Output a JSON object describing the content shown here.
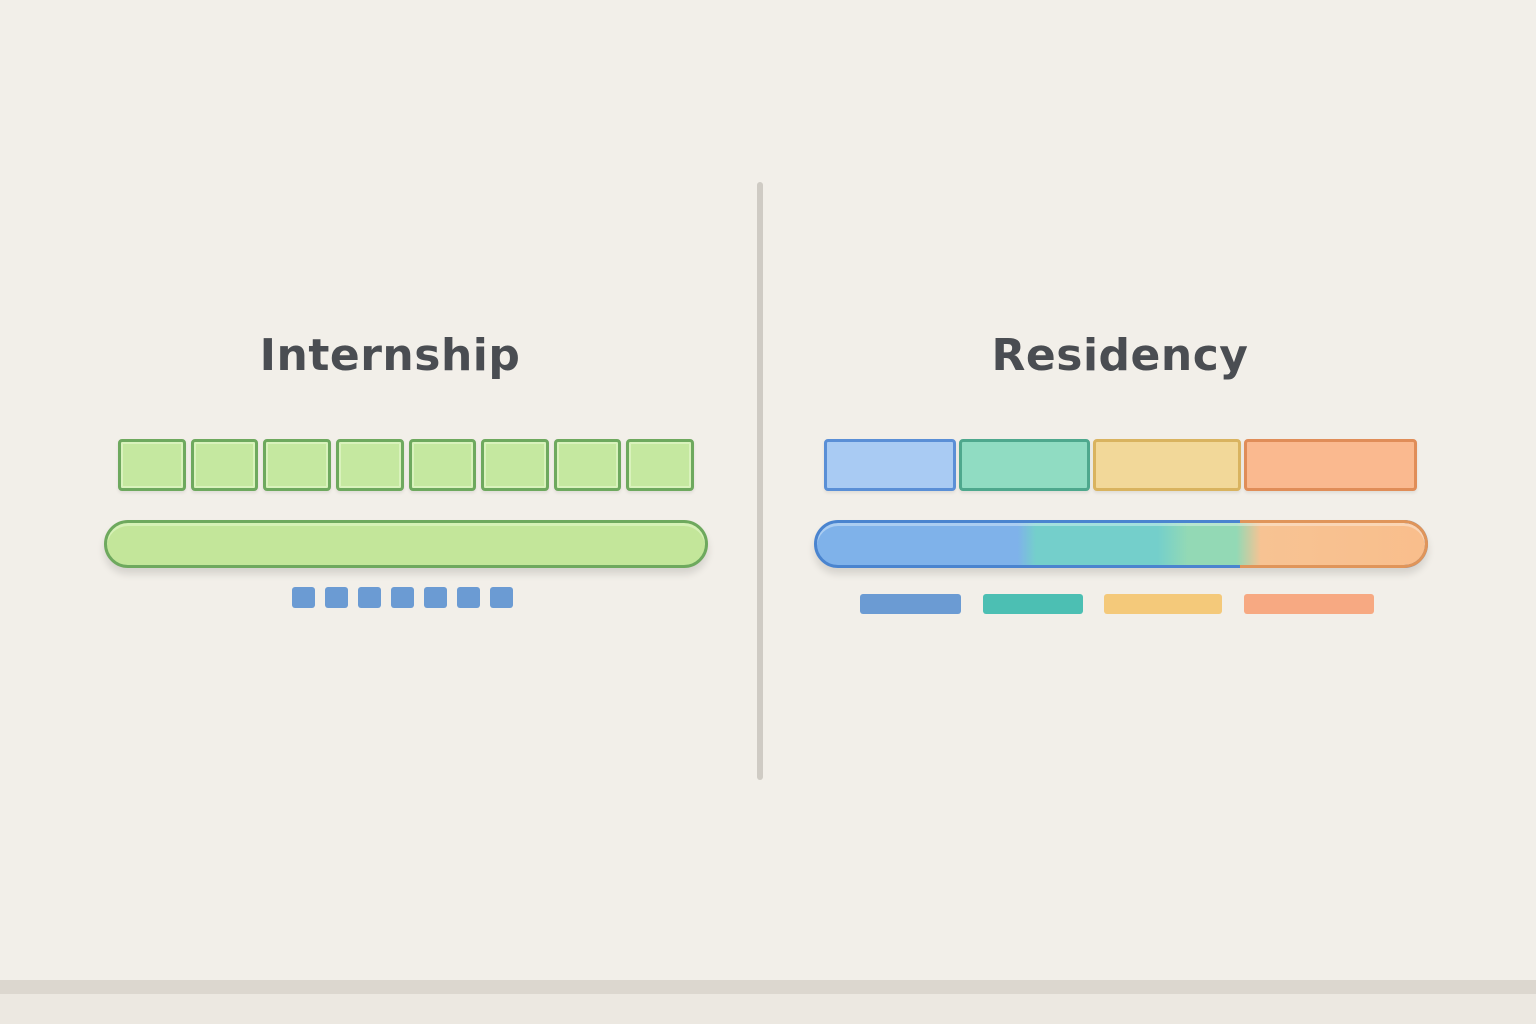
{
  "left_panel": {
    "title": "Internship",
    "block_count": 8,
    "dot_count": 7,
    "colors": {
      "block_fill": "#c5e8a0",
      "block_border": "#6ea95e",
      "dot": "#6b9bd3"
    }
  },
  "right_panel": {
    "title": "Residency",
    "phases": [
      {
        "fill": "#a9cbf3",
        "border": "#5a8fd6",
        "legend": "#6b9bd3"
      },
      {
        "fill": "#90dcc2",
        "border": "#4ea88d",
        "legend": "#4cbfb3"
      },
      {
        "fill": "#f2d899",
        "border": "#d9b35f",
        "legend": "#f4c97a"
      },
      {
        "fill": "#fab98f",
        "border": "#e08d58",
        "legend": "#f7a982"
      }
    ]
  }
}
